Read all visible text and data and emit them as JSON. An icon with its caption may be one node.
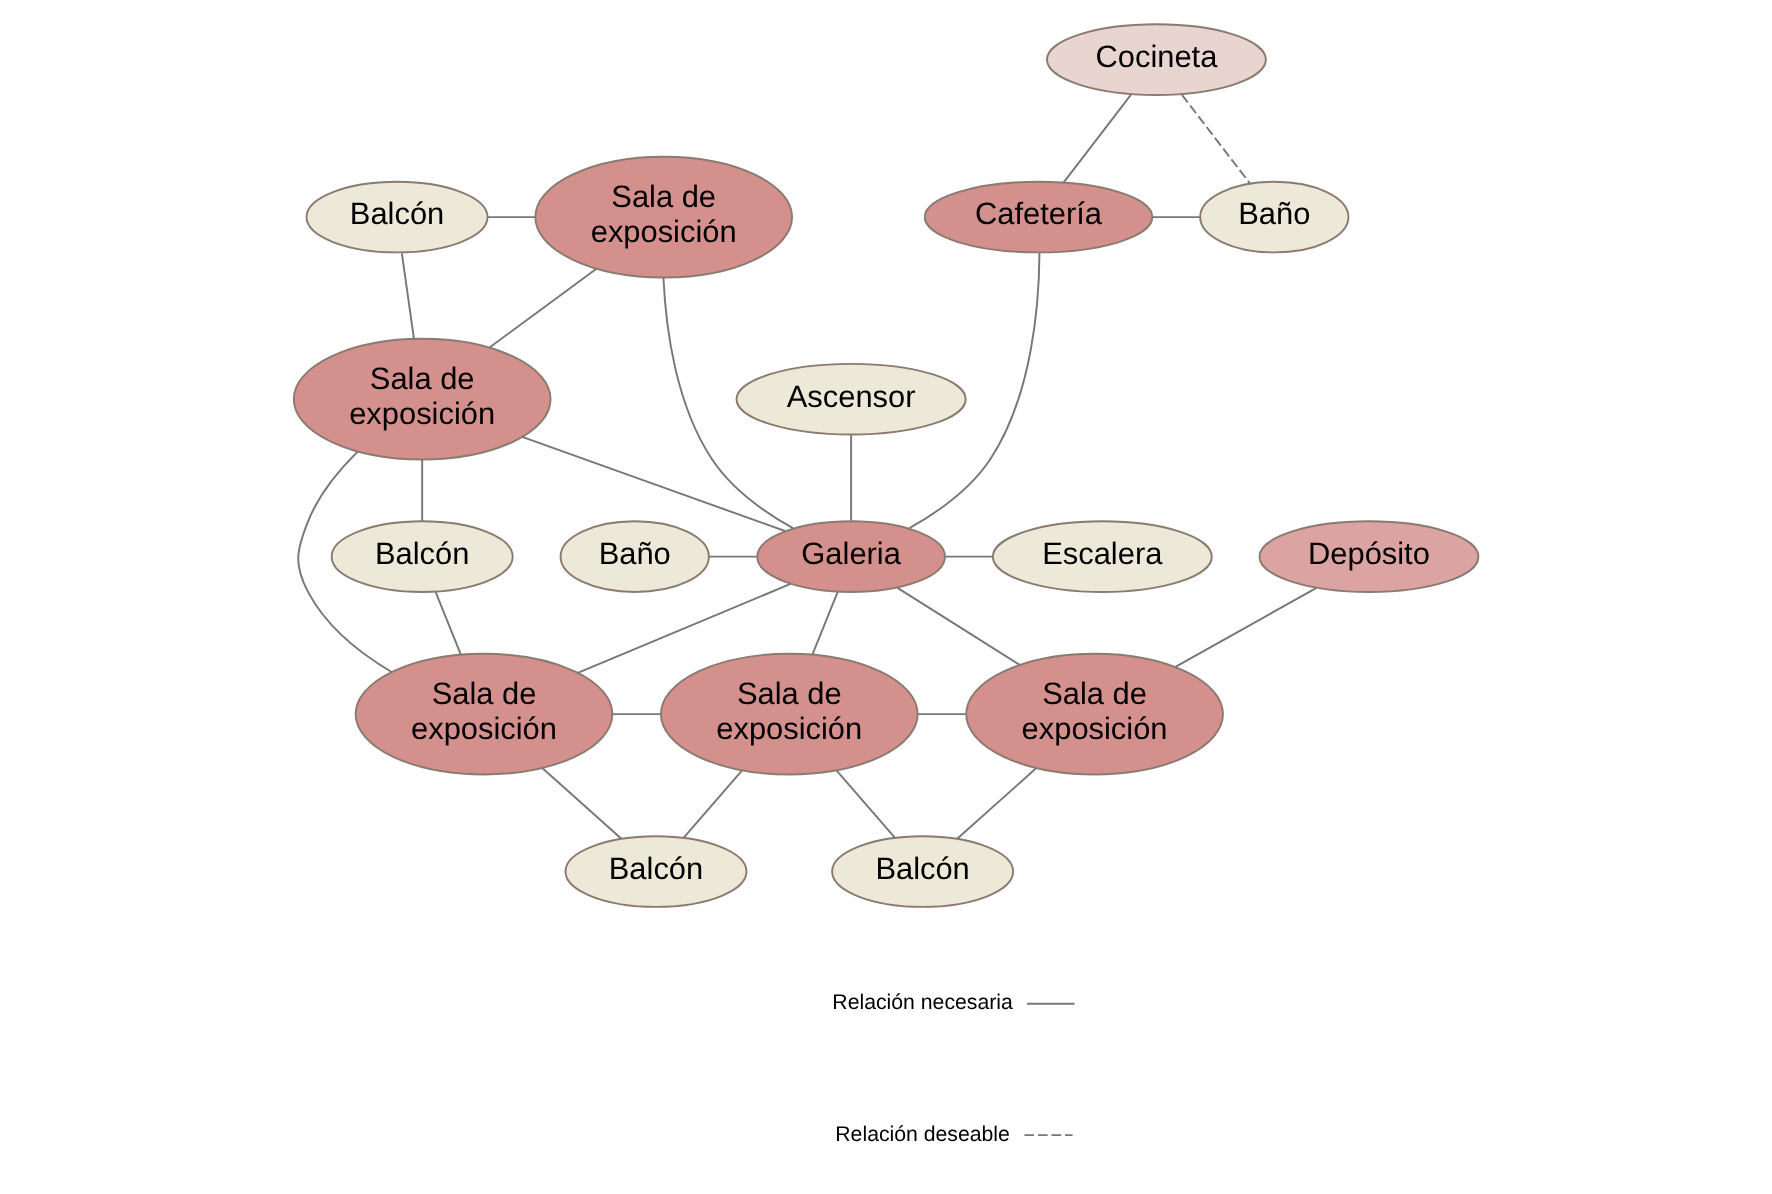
{
  "diagram": {
    "nodes": [
      {
        "text": [
          "Cocineta"
        ]
      },
      {
        "text": [
          "Sala de exposición"
        ]
      },
      {
        "text": [
          "Balcón"
        ]
      },
      {
        "text": [
          "Cafetería"
        ]
      },
      {
        "text": [
          "Baño"
        ]
      },
      {
        "text": [
          "Ascensor"
        ]
      },
      {
        "text": [
          "Sala de exposición"
        ]
      },
      {
        "text": [
          "Balcón"
        ]
      },
      {
        "text": [
          "Baño"
        ]
      },
      {
        "text": [
          "Galeria"
        ]
      },
      {
        "text": [
          "Escalera"
        ]
      },
      {
        "text": [
          "Depósito"
        ]
      },
      {
        "text": [
          "Sala de exposición"
        ]
      },
      {
        "text": [
          "Sala de exposición"
        ]
      },
      {
        "text": [
          "Sala de exposición"
        ]
      },
      {
        "text": [
          "Balcón"
        ]
      },
      {
        "text": [
          "Balcón"
        ]
      }
    ],
    "edges": [
      {
        "from": 0,
        "to": 3,
        "arrow": "none"
      },
      {
        "from": 0,
        "to": 4,
        "arrow": "none",
        "style": "dashed"
      },
      {
        "from": 3,
        "to": 4,
        "arrow": "none"
      },
      {
        "from": 3,
        "to": 9,
        "arrow": "none"
      },
      {
        "from": 2,
        "to": 1,
        "arrow": "none"
      },
      {
        "from": 1,
        "to": 6,
        "arrow": "none"
      },
      {
        "from": 2,
        "to": 6,
        "arrow": "none"
      },
      {
        "from": 1,
        "to": 9,
        "arrow": "none"
      },
      {
        "from": 6,
        "to": 9,
        "arrow": "none"
      },
      {
        "from": 6,
        "to": 7,
        "arrow": "none"
      },
      {
        "from": 6,
        "to": 12,
        "arrow": "none"
      },
      {
        "from": 7,
        "to": 12,
        "arrow": "none"
      },
      {
        "from": 8,
        "to": 9,
        "arrow": "none"
      },
      {
        "from": 5,
        "to": 9,
        "arrow": "none"
      },
      {
        "from": 9,
        "to": 10,
        "arrow": "none"
      },
      {
        "from": 9,
        "to": 12,
        "arrow": "none"
      },
      {
        "from": 9,
        "to": 13,
        "arrow": "none"
      },
      {
        "from": 9,
        "to": 14,
        "arrow": "none"
      },
      {
        "from": 11,
        "to": 14,
        "arrow": "none"
      },
      {
        "from": 12,
        "to": 13,
        "arrow": "none"
      },
      {
        "from": 13,
        "to": 14,
        "arrow": "none"
      },
      {
        "from": 12,
        "to": 15,
        "arrow": "none"
      },
      {
        "from": 13,
        "to": 15,
        "arrow": "none"
      },
      {
        "from": 13,
        "to": 16,
        "arrow": "none"
      },
      {
        "from": 14,
        "to": 16,
        "arrow": "none"
      }
    ],
    "legend": [
      {
        "text": "Relación necesaria"
      },
      {
        "text": "Relación deseable"
      }
    ]
  }
}
